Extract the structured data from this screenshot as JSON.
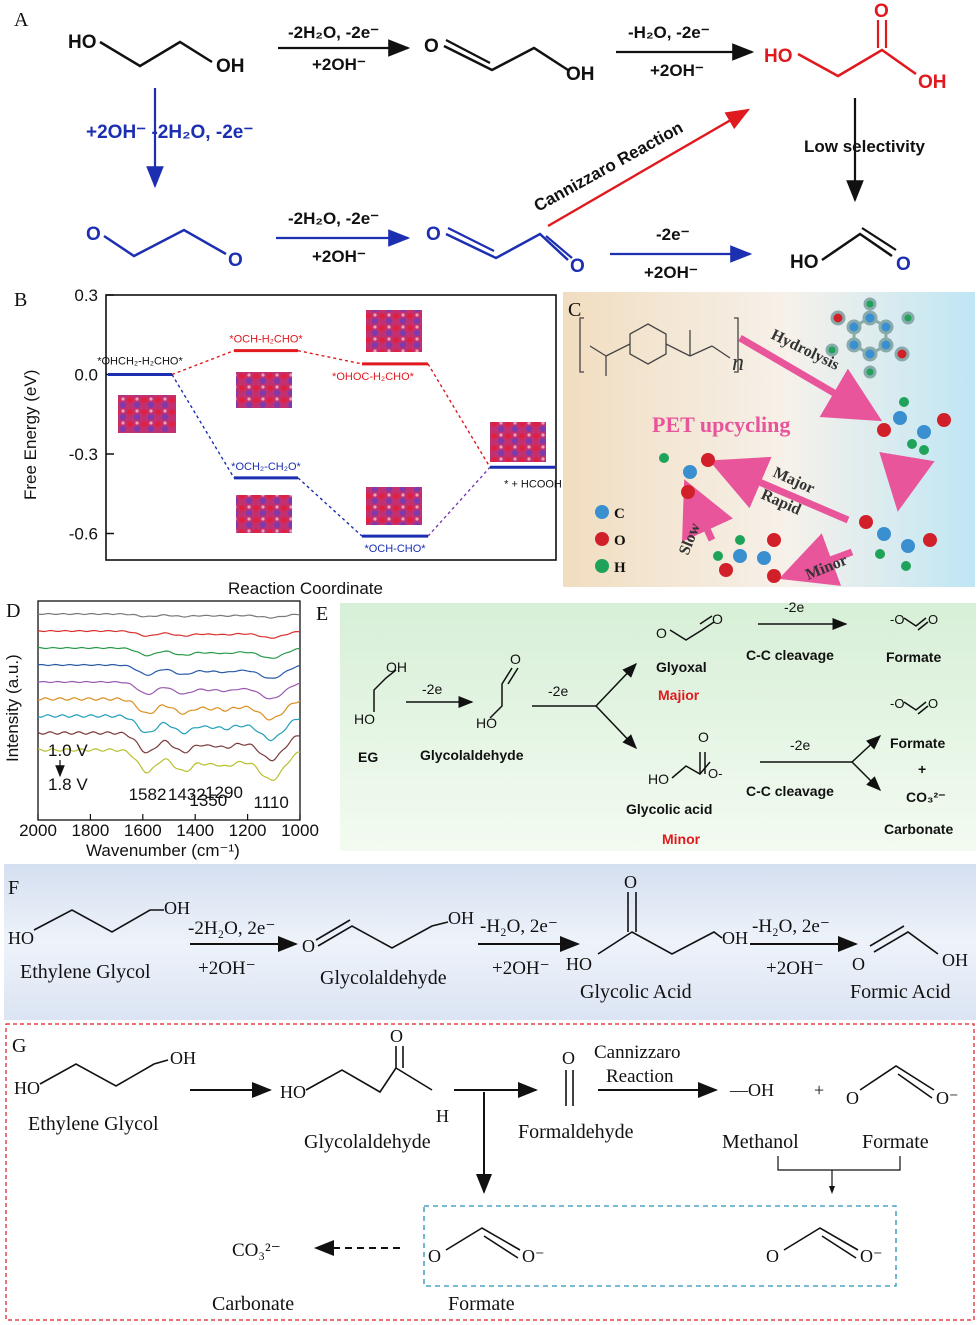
{
  "panel_letters": {
    "A": "A",
    "B": "B",
    "C": "C",
    "D": "D",
    "E": "E",
    "F": "F",
    "G": "G"
  },
  "panelA": {
    "eg_ho": "HO",
    "eg_oh": "OH",
    "step1_top": "-2H₂O, -2e⁻",
    "step1_bot": "+2OH⁻",
    "glyc_o": "O",
    "glyc_oh": "OH",
    "step2_top": "-H₂O, -2e⁻",
    "step2_bot": "+2OH⁻",
    "ga_ho": "HO",
    "ga_o": "O",
    "ga_oh": "OH",
    "left_down": "+2OH⁻ -2H₂O, -2e⁻",
    "rad_o1": "O",
    "rad_o2": "O",
    "step3_top": "-2H₂O, -2e⁻",
    "step3_bot": "+2OH⁻",
    "glyox_o1": "O",
    "glyox_o2": "O",
    "cannizzaro": "Cannizzaro Reaction",
    "step4_top": "-2e⁻",
    "step4_bot": "+2OH⁻",
    "low_sel": "Low selectivity",
    "formate_ho": "HO",
    "formate_o": "O"
  },
  "panelB": {
    "ylabel": "Free Energy (eV)",
    "xlabel": "Reaction Coordinate",
    "yticks": [
      "0.3",
      "0.0",
      "-0.3",
      "-0.6"
    ],
    "ylim": [
      -0.7,
      0.3
    ],
    "states": [
      {
        "label": "*OHCH₂-H₂CHO*",
        "energy": 0.0,
        "color": "#1c2fb0",
        "pos": 0
      },
      {
        "label": "*OCH-H₂CHO*",
        "energy": 0.09,
        "color": "#e0191e",
        "pos": 1
      },
      {
        "label": "*OHOC-H₂CHO*",
        "energy": 0.04,
        "color": "#e0191e",
        "pos": 2
      },
      {
        "label": "*OCH₂-CH₂O*",
        "energy": -0.39,
        "color": "#1c2fb0",
        "pos": 1
      },
      {
        "label": "*OCH-CHO*",
        "energy": -0.61,
        "color": "#1c2fb0",
        "pos": 2
      },
      {
        "label": "* + HCOOH",
        "energy": -0.35,
        "color": "#1c2fb0",
        "pos": 3
      }
    ]
  },
  "panelC": {
    "title": "PET upcycling",
    "hydrolysis": "Hydrolysis",
    "major": "Major",
    "rapid": "Rapid",
    "slow": "Slow",
    "minor": "Minor",
    "n": "n",
    "legend": [
      {
        "sym": "C",
        "color": "#3a8fd0"
      },
      {
        "sym": "O",
        "color": "#d2202a"
      },
      {
        "sym": "H",
        "color": "#1fa35a"
      }
    ]
  },
  "panelD": {
    "ylabel": "Intensity (a.u.)",
    "xlabel": "Wavenumber (cm⁻¹)",
    "xticks": [
      "2000",
      "1800",
      "1600",
      "1400",
      "1200",
      "1000"
    ],
    "v_top": "1.0 V",
    "v_bot": "1.8 V",
    "peaks": [
      "1582",
      "1432",
      "1350",
      "1290",
      "1110"
    ],
    "colors": [
      "#7a7a7a",
      "#d93030",
      "#2a9a4a",
      "#2a5aa8",
      "#9a5ab0",
      "#d99020",
      "#23a0b8",
      "#7a3a3a",
      "#b8c030"
    ]
  },
  "panelE": {
    "oh": "OH",
    "ho": "HO",
    "o": "O",
    "eg": "EG",
    "m2e_1": "-2e",
    "glycolaldehyde": "Glycolaldehyde",
    "m2e_2": "-2e",
    "glyoxal": "Glyoxal",
    "major": "Majior",
    "m2e_3": "-2e",
    "cc1": "C-C cleavage",
    "formate1": "Formate",
    "glycolic": "Glycolic acid",
    "minor": "Minor",
    "m2e_4": "-2e",
    "cc2": "C-C cleavage",
    "formate2": "Formate",
    "plus": "+",
    "co3": "CO₃²⁻",
    "carbonate": "Carbonate"
  },
  "panelF": {
    "oh": "OH",
    "ho": "HO",
    "o": "O",
    "eg": "Ethylene Glycol",
    "s1_top": "-2H₂O, 2e⁻",
    "s1_bot": "+2OH⁻",
    "glycolaldehyde": "Glycolaldehyde",
    "s2_top": "-H₂O, 2e⁻",
    "s2_bot": "+2OH⁻",
    "glycolic": "Glycolic Acid",
    "s3_top": "-H₂O, 2e⁻",
    "s3_bot": "+2OH⁻",
    "formic": "Formic Acid"
  },
  "panelG": {
    "oh": "OH",
    "ho": "HO",
    "o": "O",
    "h": "H",
    "om": "O⁻",
    "eg": "Ethylene Glycol",
    "glycolaldehyde": "Glycolaldehyde",
    "formaldehyde": "Formaldehyde",
    "cannizzaro1": "Cannizzaro",
    "cannizzaro2": "Reaction",
    "methanol_oh": "—OH",
    "plus": "+",
    "methanol": "Methanol",
    "formate": "Formate",
    "co3": "CO₃²⁻",
    "carbonate": "Carbonate",
    "formate_bottom": "Formate"
  }
}
